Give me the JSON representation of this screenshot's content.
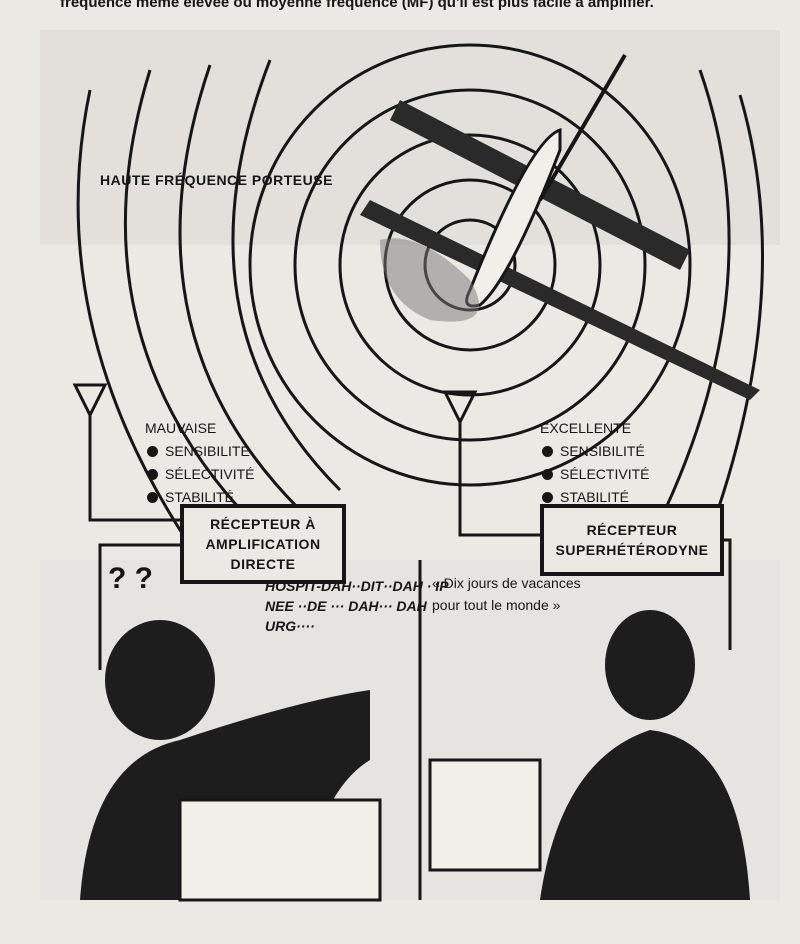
{
  "page": {
    "top_text": "fréquence même élevée ou moyenne fréquence (MF) qu'il est plus facile à amplifier."
  },
  "illustration": {
    "carrier_label": "HAUTE FRÉQUENCE PORTEUSE",
    "left_receiver": {
      "quality": "MAUVAISE",
      "criteria": [
        "SENSIBILITÉ",
        "SÉLECTIVITÉ",
        "STABILITÉ"
      ],
      "box_lines": [
        "RÉCEPTEUR À",
        "AMPLIFICATION",
        "DIRECTE"
      ],
      "question_marks": "? ?",
      "garbled_lines": [
        "HOSPIT-DAH··DIT··DAH · IP",
        "NEE ··DE ··· DAH··· DAH",
        "URG····"
      ]
    },
    "right_receiver": {
      "quality": "EXCELLENTE",
      "criteria": [
        "SENSIBILITÉ",
        "SÉLECTIVITÉ",
        "STABILITÉ"
      ],
      "box_lines": [
        "RÉCEPTEUR",
        "SUPERHÉTÉRODYNE"
      ],
      "received_lines": [
        "« Dix jours de vacances",
        "pour tout le monde »"
      ]
    }
  }
}
